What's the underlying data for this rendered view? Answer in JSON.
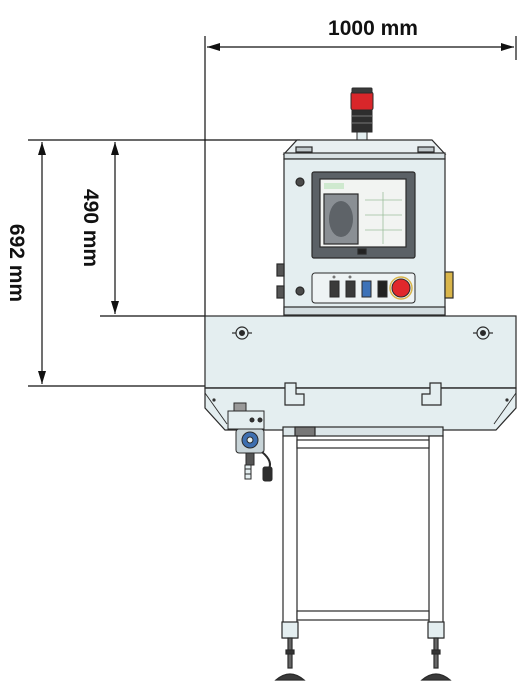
{
  "dimensions": {
    "width_label": "1000 mm",
    "height_total_label": "692 mm",
    "height_upper_label": "490 mm"
  },
  "colors": {
    "frame": "#e4eef0",
    "stroke": "#2a2a2a",
    "screen": "#8a8f94",
    "beacon_red": "#d9262a",
    "estop_red": "#e0282c",
    "leg_fill": "#ffffff"
  }
}
